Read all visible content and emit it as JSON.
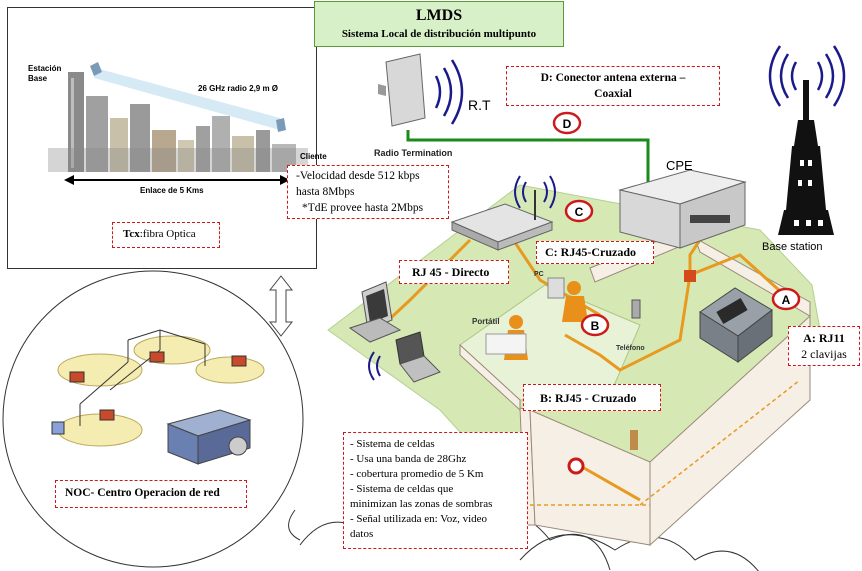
{
  "header": {
    "title": "LMDS",
    "subtitle": "Sistema Local de distribución multipunto"
  },
  "city_panel": {
    "estacion_base": "Estación\nBase",
    "radio_label": "26 GHz radio 2,9 m Ø",
    "cliente": "Cliente",
    "enlace": "Enlace de 5 Kms",
    "tcx_label": "Tcx",
    "tcx_value": ":fibra Optica"
  },
  "velocidad": {
    "line1": "-Velocidad desde 512 kbps",
    "line2": "hasta 8Mbps",
    "line3": "*TdE provee hasta 2Mbps"
  },
  "rt": {
    "label": "R.T",
    "caption": "Radio Termination"
  },
  "conector_d": {
    "line1": "D: Conector antena externa –",
    "line2": "Coaxial"
  },
  "cpe_label": "CPE",
  "base_station": "Base station",
  "rj45_cruzado_c": "C: RJ45-Cruzado",
  "rj45_directo": "RJ 45 - Directo",
  "rj45_cruzado_b": "B: RJ45 - Cruzado",
  "rj11": {
    "line1": "A: RJ11",
    "line2": "2 clavijas"
  },
  "room_labels": {
    "pc": "PC",
    "portatil": "Portátil",
    "telefono": "Teléfono"
  },
  "circle_letters": {
    "a": "A",
    "b": "B",
    "c": "C",
    "d": "D"
  },
  "noc": "NOC- Centro Operacion de red",
  "features": [
    "- Sistema de celdas",
    "- Usa una banda de 28Ghz",
    "- cobertura promedio de 5 Km",
    "- Sistema de celdas que",
    "minimizan las zonas de sombras",
    "- Señal utilizada en: Voz, video",
    "datos"
  ],
  "colors": {
    "dashed_border": "#d01818",
    "title_box_bg": "#d8f0c8",
    "title_box_border": "#5a9a3a",
    "orange_cable": "#e89a20",
    "green_cable": "#1a8a1a",
    "circle_red": "#cc1a1a",
    "floor_green": "#d6e9b4"
  }
}
